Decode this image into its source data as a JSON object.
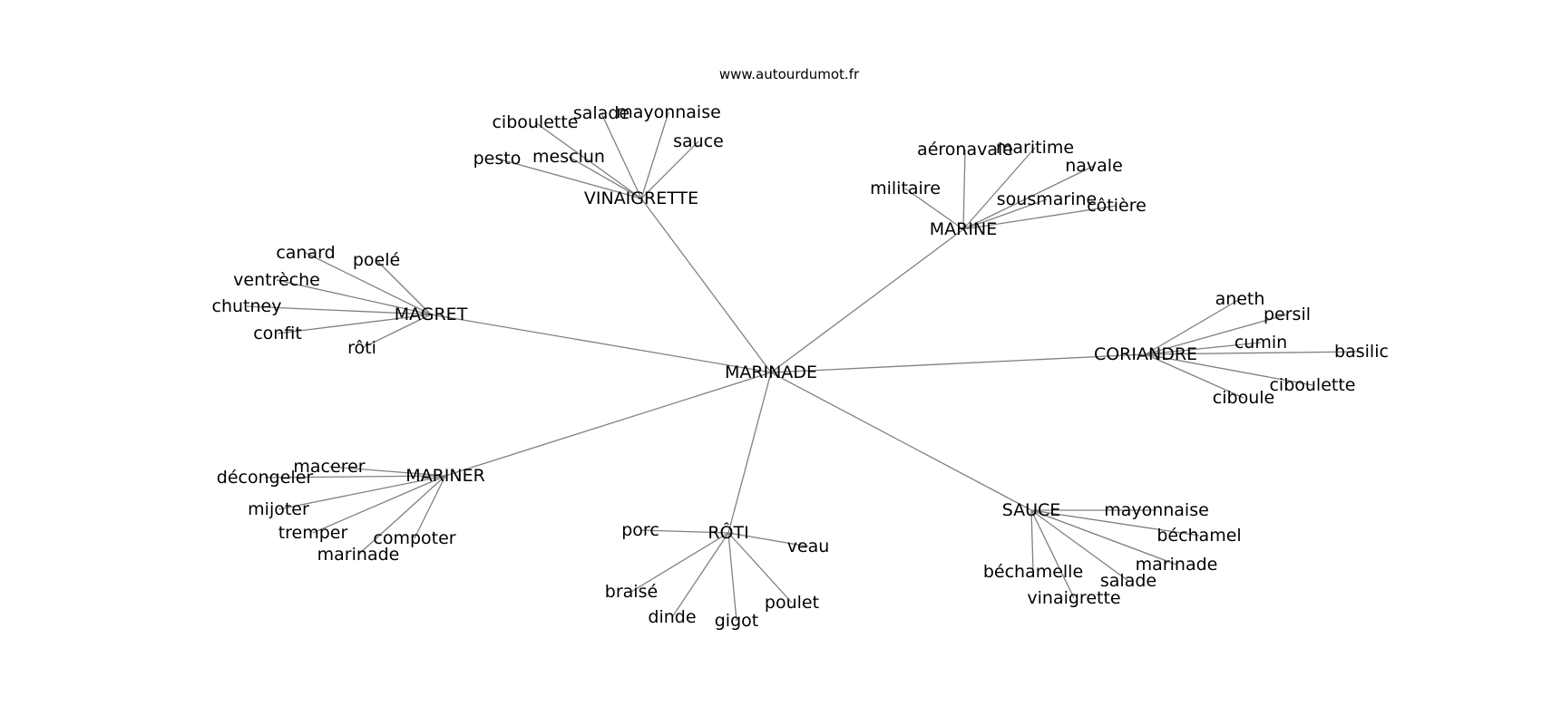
{
  "header": {
    "site": "www.autourdumot.fr"
  },
  "graph": {
    "center": "MARINADE",
    "clusters": [
      {
        "hub": "VINAIGRETTE",
        "leaves": [
          "ciboulette",
          "salade",
          "mayonnaise",
          "sauce",
          "pesto",
          "mesclun"
        ]
      },
      {
        "hub": "MARINE",
        "leaves": [
          "aéronavale",
          "maritime",
          "navale",
          "militaire",
          "sousmarine",
          "côtière"
        ]
      },
      {
        "hub": "MAGRET",
        "leaves": [
          "canard",
          "poelé",
          "ventrèche",
          "chutney",
          "confit",
          "rôti"
        ]
      },
      {
        "hub": "CORIANDRE",
        "leaves": [
          "aneth",
          "persil",
          "cumin",
          "basilic",
          "ciboulette",
          "ciboule"
        ]
      },
      {
        "hub": "MARINER",
        "leaves": [
          "macerer",
          "décongeler",
          "mijoter",
          "tremper",
          "compoter",
          "marinade"
        ]
      },
      {
        "hub": "RÔTI",
        "leaves": [
          "porc",
          "veau",
          "braisé",
          "poulet",
          "dinde",
          "gigot"
        ]
      },
      {
        "hub": "SAUCE",
        "leaves": [
          "mayonnaise",
          "béchamel",
          "marinade",
          "béchamelle",
          "salade",
          "vinaigrette"
        ]
      }
    ]
  }
}
